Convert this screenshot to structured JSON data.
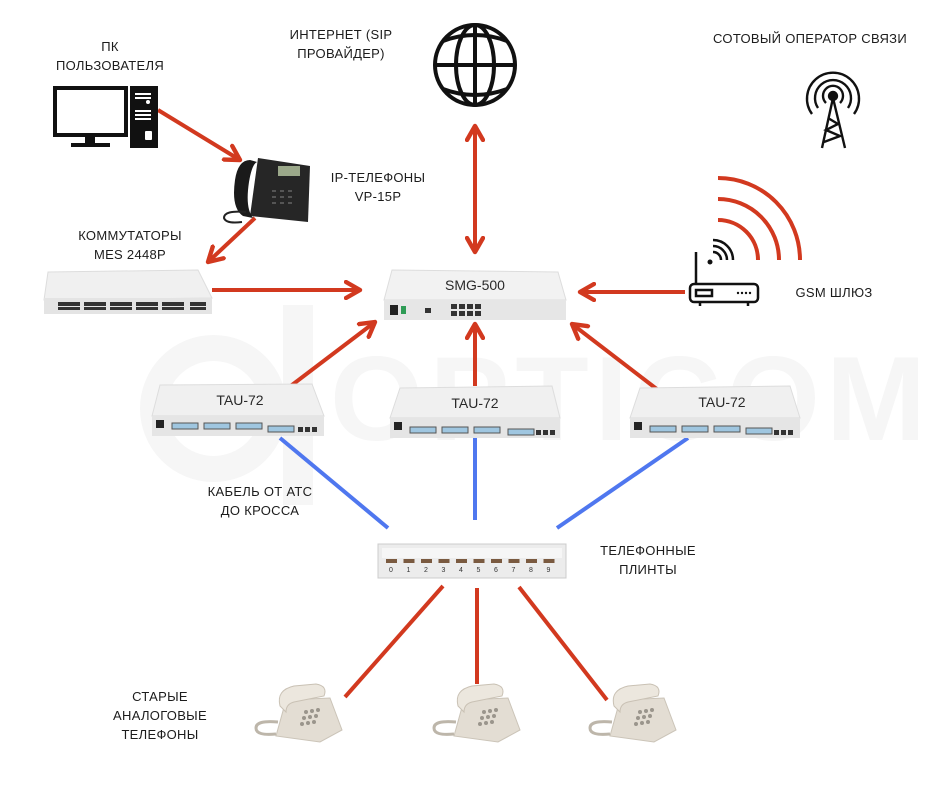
{
  "colors": {
    "link_ip": "#d2391f",
    "link_analog": "#4f77ef",
    "icon_stroke": "#111111",
    "device_body": "#eeeeee",
    "watermark": "#f6f6f6"
  },
  "watermark": {
    "text": "OPTICOM"
  },
  "nodes": {
    "pc": {
      "label_lines": [
        "ПК",
        "ПОЛЬЗОВАТЕЛЯ"
      ],
      "icon": "desktop-computer-icon"
    },
    "internet": {
      "label_lines": [
        "ИНТЕРНЕТ (SIP",
        "ПРОВАЙДЕР)"
      ],
      "icon": "globe-icon"
    },
    "cellular": {
      "label_lines": [
        "СОТОВЫЙ ОПЕРАТОР СВЯЗИ"
      ],
      "icon": "cell-tower-icon"
    },
    "ip_phones": {
      "label_lines": [
        "IP-ТЕЛЕФОНЫ",
        "VP-15P"
      ],
      "icon": "ip-phone-icon"
    },
    "switches": {
      "label_lines": [
        "КОММУТАТОРЫ",
        "MES 2448P"
      ],
      "icon": "network-switch-icon"
    },
    "smg": {
      "device_label": "SMG-500",
      "icon": "media-gateway-icon"
    },
    "gsm": {
      "label_lines": [
        "GSM ШЛЮЗ"
      ],
      "icon": "wifi-router-icon"
    },
    "tau": [
      {
        "device_label": "TAU-72"
      },
      {
        "device_label": "TAU-72"
      },
      {
        "device_label": "TAU-72"
      }
    ],
    "cable": {
      "label_lines": [
        "КАБЕЛЬ ОТ АТС",
        "ДО КРОССА"
      ]
    },
    "krone": {
      "label_lines": [
        "ТЕЛЕФОННЫЕ",
        "ПЛИНТЫ"
      ],
      "icon": "patch-block-icon",
      "port_numbers": [
        "0",
        "1",
        "2",
        "3",
        "4",
        "5",
        "6",
        "7",
        "8",
        "9"
      ]
    },
    "analog_phones": {
      "label_lines": [
        "СТАРЫЕ",
        "АНАЛОГОВЫЕ",
        "ТЕЛЕФОНЫ"
      ],
      "count": 3,
      "icon": "analog-phone-icon"
    }
  },
  "connections": [
    {
      "from": "pc",
      "to": "ip_phones",
      "type": "ip",
      "direction": "to"
    },
    {
      "from": "ip_phones",
      "to": "switches",
      "type": "ip",
      "direction": "to"
    },
    {
      "from": "switches",
      "to": "smg",
      "type": "ip",
      "direction": "to"
    },
    {
      "from": "internet",
      "to": "smg",
      "type": "ip",
      "direction": "both"
    },
    {
      "from": "gsm",
      "to": "smg",
      "type": "ip",
      "direction": "to"
    },
    {
      "from": "tau.0",
      "to": "smg",
      "type": "ip",
      "direction": "to"
    },
    {
      "from": "tau.1",
      "to": "smg",
      "type": "ip",
      "direction": "to"
    },
    {
      "from": "tau.2",
      "to": "smg",
      "type": "ip",
      "direction": "to"
    },
    {
      "from": "krone",
      "to": "tau.0",
      "type": "analog",
      "direction": "none"
    },
    {
      "from": "krone",
      "to": "tau.1",
      "type": "analog",
      "direction": "none"
    },
    {
      "from": "krone",
      "to": "tau.2",
      "type": "analog",
      "direction": "none"
    },
    {
      "from": "krone",
      "to": "analog_phones.0",
      "type": "ip",
      "direction": "none"
    },
    {
      "from": "krone",
      "to": "analog_phones.1",
      "type": "ip",
      "direction": "none"
    },
    {
      "from": "krone",
      "to": "analog_phones.2",
      "type": "ip",
      "direction": "none"
    }
  ]
}
